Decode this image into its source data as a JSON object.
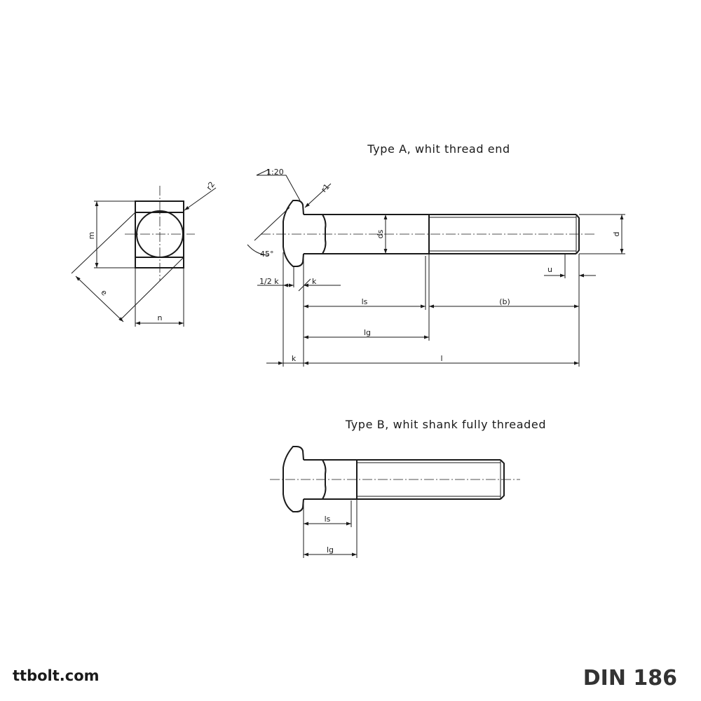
{
  "type_a": {
    "title": "Type A, whit thread end",
    "labels": {
      "taper": "1:20",
      "r1": "r1",
      "angle": "45°",
      "ds": "ds",
      "d": "d",
      "u": "u",
      "half_k": "1/2 k",
      "k_small": "k",
      "ls": "ls",
      "b": "(b)",
      "lg": "lg",
      "k": "k",
      "l": "l"
    }
  },
  "end_view": {
    "labels": {
      "r2": "r2",
      "m": "m",
      "e": "e",
      "n": "n"
    }
  },
  "type_b": {
    "title": "Type B, whit shank fully threaded",
    "labels": {
      "ls": "ls",
      "lg": "lg"
    }
  },
  "footer": {
    "brand": "ttbolt.com",
    "standard": "DIN 186"
  }
}
